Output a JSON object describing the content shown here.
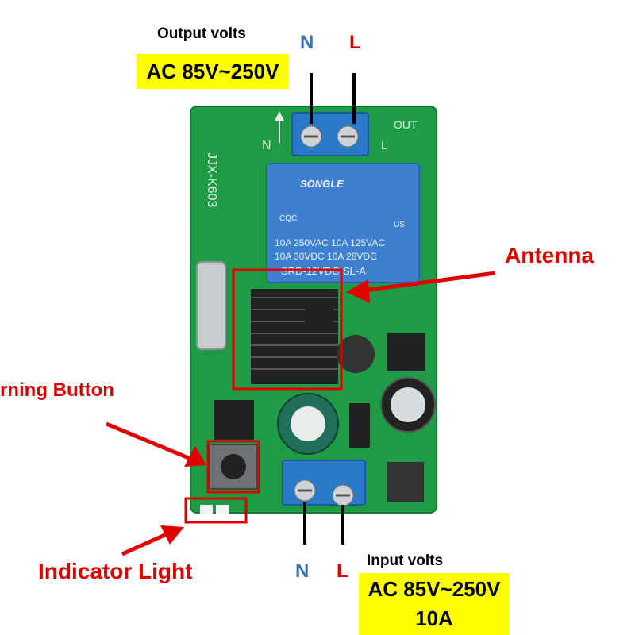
{
  "output": {
    "title": "Output volts",
    "voltage": "AC 85V~250V",
    "n_label": "N",
    "l_label": "L"
  },
  "input": {
    "title": "Input volts",
    "voltage": "AC 85V~250V",
    "current": "10A",
    "n_label": "N",
    "l_label": "L"
  },
  "callouts": {
    "antenna": "Antenna",
    "learning_button": "rning Button",
    "indicator_light": "Indicator Light"
  },
  "board": {
    "silk_n": "N",
    "silk_l": "L",
    "silk_out": "OUT",
    "silk_model": "JJX-K603"
  },
  "relay": {
    "brand": "SONGLE",
    "line1": "10A 250VAC  10A 125VAC",
    "line2": "10A  30VDC  10A  28VDC",
    "model": "SRD-12VDC-SL-A",
    "cert1": "CQC",
    "cert2": "US"
  },
  "colors": {
    "pcb": "#1f9a45",
    "terminal": "#2a78c8",
    "relay": "#3f7fd0",
    "callout": "#e00000",
    "label_bg": "#ffff00",
    "n_color": "#3a6fb0"
  }
}
